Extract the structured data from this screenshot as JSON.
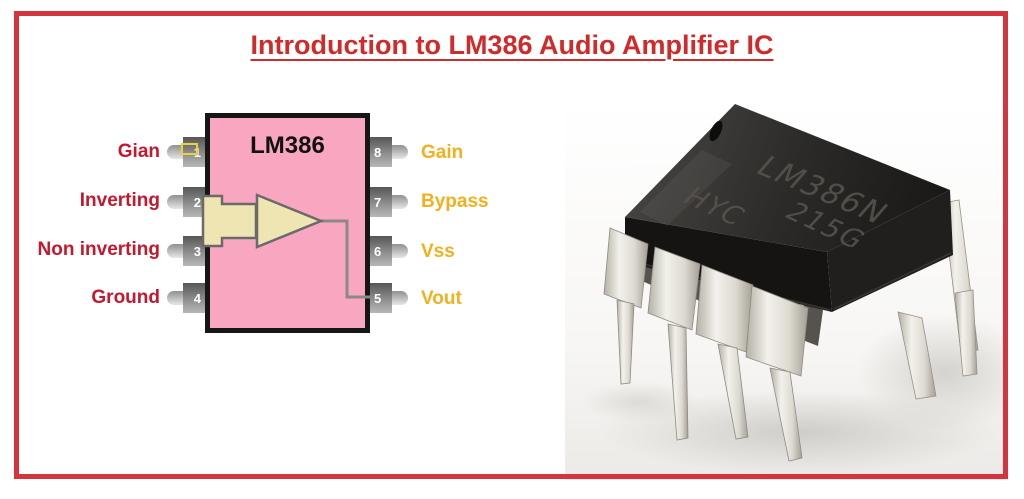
{
  "title": {
    "text": "Introduction to LM386 Audio Amplifier IC"
  },
  "diagram": {
    "chip_label": "LM386",
    "left_pins": [
      {
        "num": "1",
        "label": "Gian"
      },
      {
        "num": "2",
        "label": "Inverting"
      },
      {
        "num": "3",
        "label": "Non inverting"
      },
      {
        "num": "4",
        "label": "Ground"
      }
    ],
    "right_pins": [
      {
        "num": "8",
        "label": "Gain"
      },
      {
        "num": "7",
        "label": "Bypass"
      },
      {
        "num": "6",
        "label": "Vss"
      },
      {
        "num": "5",
        "label": "Vout"
      }
    ]
  },
  "photo": {
    "chip_markings": {
      "part_number": "LM386N",
      "manufacturer": "HYC",
      "date_code": "215G"
    }
  },
  "colors": {
    "frame_red": "#d5333d",
    "title_red": "#d02b2b",
    "pin_label_red": "#c4182e",
    "pin_label_gold": "#f2b11c",
    "ic_body_pink": "#f9a6c1",
    "opamp_cream": "#efe5b2",
    "pin_gray": "#8e8e8e",
    "chip_black": "#1d1c1b"
  }
}
